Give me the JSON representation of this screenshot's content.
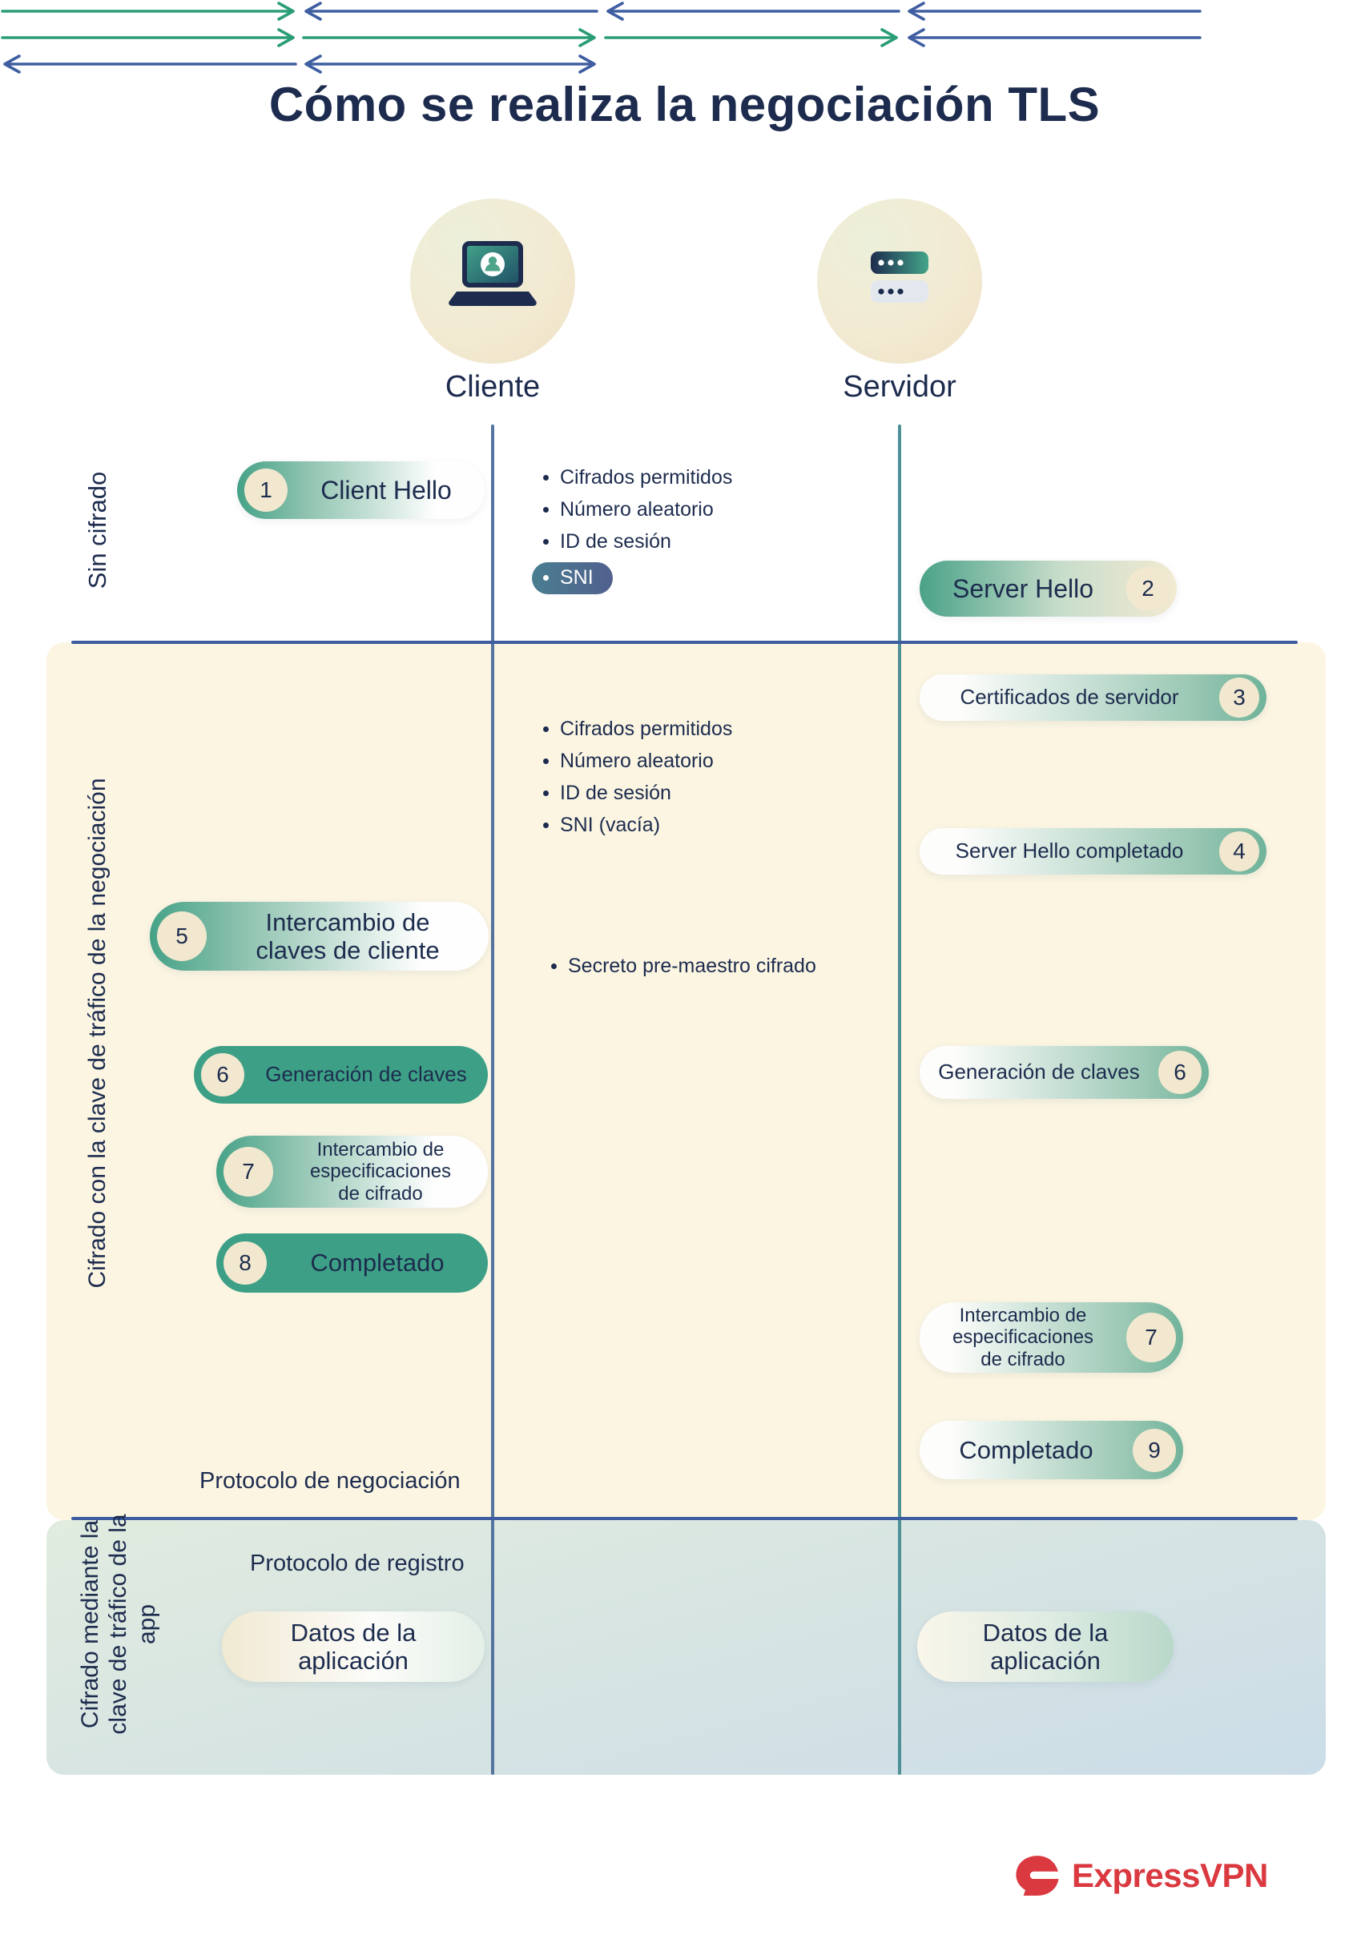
{
  "title": "Cómo se realiza la negociación TLS",
  "actors": {
    "client": "Cliente",
    "server": "Servidor"
  },
  "section_labels": {
    "s1": "Sin cifrado",
    "s2": "Cifrado con la clave de tráfico de la negociación",
    "s3": "Cifrado mediante la clave de tráfico de la app"
  },
  "pills": {
    "client_hello": {
      "num": "1",
      "label": "Client Hello"
    },
    "server_hello": {
      "num": "2",
      "label": "Server Hello"
    },
    "server_certificates": {
      "num": "3",
      "label": "Certificados de servidor"
    },
    "server_hello_done": {
      "num": "4",
      "label": "Server Hello completado"
    },
    "client_key_exchange": {
      "num": "5",
      "label": "Intercambio de claves de cliente"
    },
    "key_generation_client": {
      "num": "6",
      "label": "Generación de claves"
    },
    "key_generation_server": {
      "num": "6",
      "label": "Generación de claves"
    },
    "cipher_spec_client": {
      "num": "7",
      "label": "Intercambio de especificaciones de cifrado"
    },
    "finished_client": {
      "num": "8",
      "label": "Completado"
    },
    "cipher_spec_server": {
      "num": "7",
      "label": "Intercambio de especificaciones de cifrado"
    },
    "finished_server": {
      "num": "9",
      "label": "Completado"
    },
    "app_data_client": {
      "label": "Datos de la aplicación"
    },
    "app_data_server": {
      "label": "Datos de la aplicación"
    }
  },
  "bullets": {
    "client_hello": [
      "Cifrados permitidos",
      "Número aleatorio",
      "ID de sesión"
    ],
    "sni_tag": "SNI",
    "server_hello": [
      "Cifrados permitidos",
      "Número aleatorio",
      "ID de sesión",
      "SNI (vacía)"
    ],
    "premaster": "Secreto pre-maestro cifrado"
  },
  "footers": {
    "handshake": "Protocolo de negociación",
    "record": "Protocolo de registro"
  },
  "brand": {
    "name": "ExpressVPN"
  },
  "colors": {
    "navy": "#1d2c4e",
    "arrow_green": "#2a9d77",
    "arrow_blue": "#3f5ea1",
    "cream_panel": "#fbf5e2",
    "solid_pill_green": "#3da086",
    "number_circle": "#f2e8cf",
    "sni_pill": "#51608e",
    "brand_red": "#da3940"
  }
}
